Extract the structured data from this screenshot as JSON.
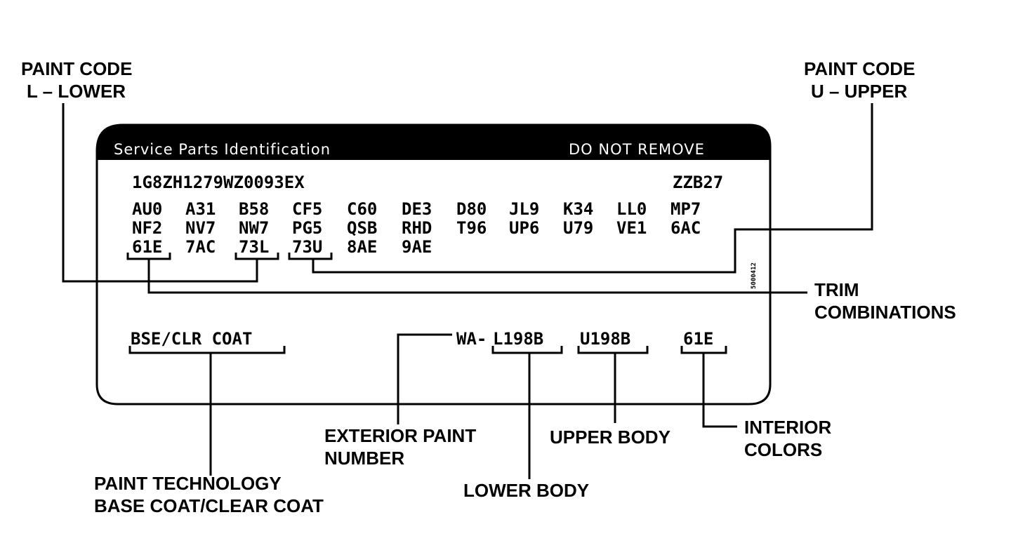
{
  "label": {
    "title": "Service Parts Identification",
    "warning": "DO NOT REMOVE",
    "vin": "1G8ZH1279WZ0093EX",
    "wheelbase": "ZZB27",
    "rpo_rows": [
      [
        "AU0",
        "A31",
        "B58",
        "CF5",
        "C60",
        "DE3",
        "D80",
        "JL9",
        "K34",
        "LL0",
        "MP7"
      ],
      [
        "NF2",
        "NV7",
        "NW7",
        "PG5",
        "QSB",
        "RHD",
        "T96",
        "UP6",
        "U79",
        "VE1",
        "6AC"
      ],
      [
        "61E",
        "7AC",
        "73L",
        "73U",
        "8AE",
        "9AE"
      ]
    ],
    "side_code": "5000412",
    "paint_tech": "BSE/CLR COAT",
    "paint_prefix": "WA-",
    "paint_lower": "L198B",
    "paint_upper": "U198B",
    "trim": "61E"
  },
  "callouts": {
    "paint_code_lower": [
      "PAINT CODE",
      "L – LOWER"
    ],
    "paint_code_upper": [
      "PAINT CODE",
      "U – UPPER"
    ],
    "trim_combinations": [
      "TRIM",
      "COMBINATIONS"
    ],
    "interior_colors": [
      "INTERIOR",
      "COLORS"
    ],
    "upper_body": [
      "UPPER BODY"
    ],
    "exterior_paint_number": [
      "EXTERIOR PAINT",
      "NUMBER"
    ],
    "lower_body": [
      "LOWER BODY"
    ],
    "paint_technology": [
      "PAINT TECHNOLOGY",
      "BASE COAT/CLEAR COAT"
    ]
  }
}
